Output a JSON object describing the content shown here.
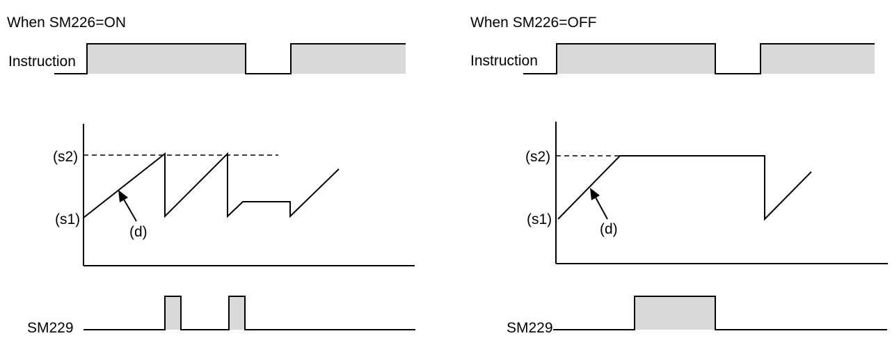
{
  "left": {
    "title": "When SM226=ON",
    "instruction_label": "Instruction",
    "s2_label": "(s2)",
    "s1_label": "(s1)",
    "d_label": "(d)",
    "flag_label": "SM229"
  },
  "right": {
    "title": "When SM226=OFF",
    "instruction_label": "Instruction",
    "s2_label": "(s2)",
    "s1_label": "(s1)",
    "d_label": "(d)",
    "flag_label": "SM229"
  },
  "colors": {
    "fill": "#d9d9d9",
    "stroke": "#000000"
  }
}
